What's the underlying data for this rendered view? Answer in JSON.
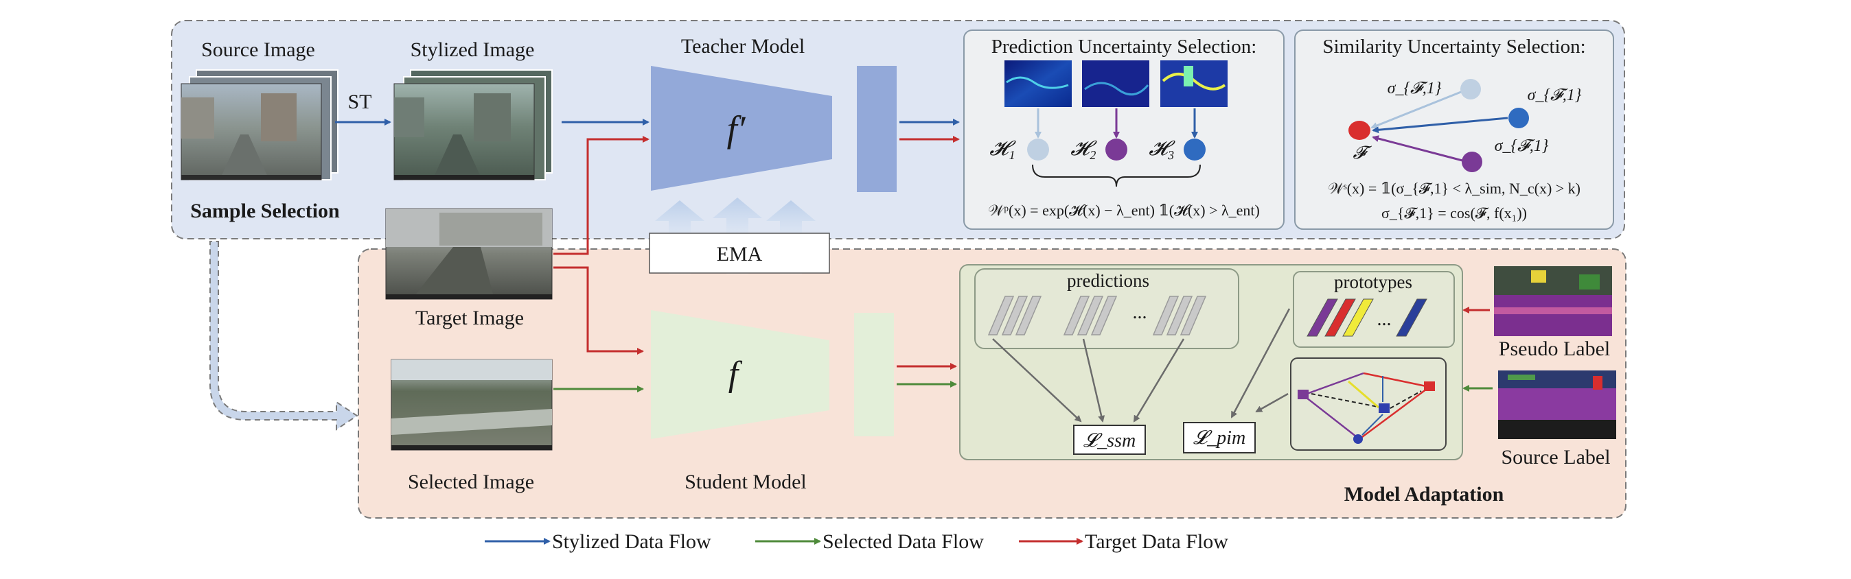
{
  "labels": {
    "source_image": "Source Image",
    "stylized_image": "Stylized Image",
    "teacher_model": "Teacher Model",
    "st": "ST",
    "sample_selection": "Sample Selection",
    "target_image": "Target Image",
    "selected_image": "Selected Image",
    "student_model": "Student Model",
    "ema": "EMA",
    "model_adaptation": "Model Adaptation",
    "predictions": "predictions",
    "prototypes": "prototypes",
    "ellipsis": "...",
    "pseudo_label": "Pseudo Label",
    "source_label": "Source Label"
  },
  "models": {
    "teacher_symbol": "f′",
    "student_symbol": "f"
  },
  "prediction_uncertainty": {
    "title": "Prediction Uncertainty Selection:",
    "nodes": [
      "𝓗₁",
      "𝓗₂",
      "𝓗₃"
    ],
    "formula": "𝒲ᵖ(x) = exp(𝓗(x) − λ_ent) 𝟙(𝓗(x) > λ_ent)"
  },
  "similarity_uncertainty": {
    "title": "Similarity Uncertainty Selection:",
    "sigma_labels": [
      "σ_{𝓕,1}",
      "σ_{𝓕,1}",
      "σ_{𝓕,1}"
    ],
    "center": "𝓕",
    "formula1": "𝒲ˢ(x) = 𝟙(σ_{𝓕,1} < λ_sim, N_c(x) > k)",
    "formula2": "σ_{𝓕,1} = cos(𝓕, f(x₁))"
  },
  "losses": {
    "ssm": "𝓛_ssm",
    "pim": "𝓛_pim"
  },
  "legend": [
    {
      "label": "Stylized Data Flow",
      "color": "#2f5fa8"
    },
    {
      "label": "Selected Data Flow",
      "color": "#4e8a3a"
    },
    {
      "label": "Target Data Flow",
      "color": "#c42e2e"
    }
  ],
  "colors": {
    "stylized": "#2f5fa8",
    "selected": "#4e8a3a",
    "target": "#c42e2e",
    "top_panel": "#dfe6f3",
    "bottom_panel": "#f8e3d8",
    "teacher": "#93a9d9",
    "student": "#e3efd9"
  }
}
